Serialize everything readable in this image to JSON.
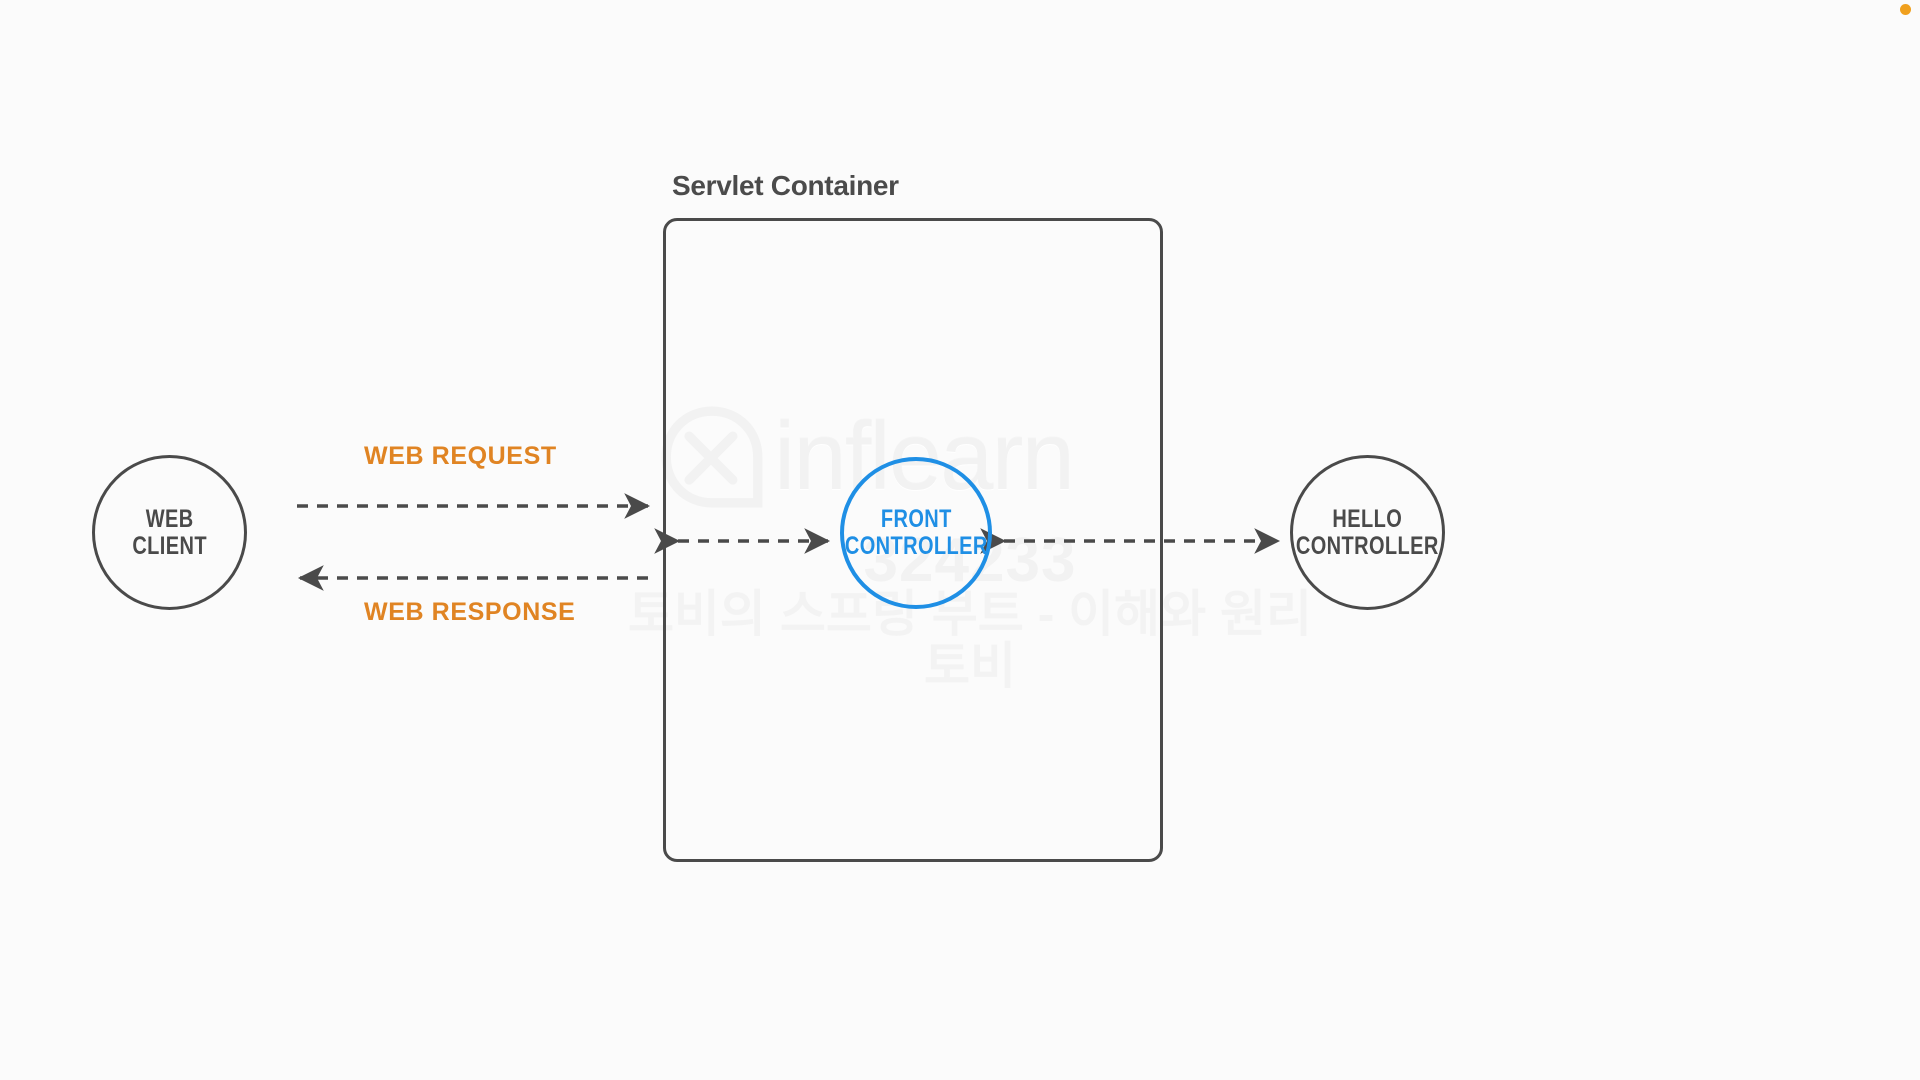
{
  "diagram": {
    "title": "Servlet Container",
    "nodes": [
      {
        "id": "web-client",
        "label": "WEB\nCLIENT",
        "color": "#4a4a4a"
      },
      {
        "id": "front-controller",
        "label": "FRONT\nCONTROLLER",
        "color": "#1f8fe5"
      },
      {
        "id": "hello-controller",
        "label": "HELLO\nCONTROLLER",
        "color": "#4a4a4a"
      }
    ],
    "edges": [
      {
        "id": "web-request",
        "label": "WEB REQUEST",
        "color": "#e08423",
        "direction": "right"
      },
      {
        "id": "web-response",
        "label": "WEB RESPONSE",
        "color": "#e08423",
        "direction": "left"
      },
      {
        "id": "client-to-front",
        "label": "",
        "color": "#4a4a4a",
        "direction": "both"
      },
      {
        "id": "front-to-hello",
        "label": "",
        "color": "#4a4a4a",
        "direction": "both"
      }
    ],
    "colors": {
      "stroke": "#4a4a4a",
      "accent_blue": "#1f8fe5",
      "accent_orange": "#e08423",
      "background": "#fbfbfb",
      "watermark": "#f2f2f2",
      "corner_dot": "#f0a01e"
    }
  },
  "watermark": {
    "brand": "inflearn",
    "number": "324233",
    "course_title": "토비의 스프링 부트 - 이해와 원리",
    "author": "토비"
  }
}
